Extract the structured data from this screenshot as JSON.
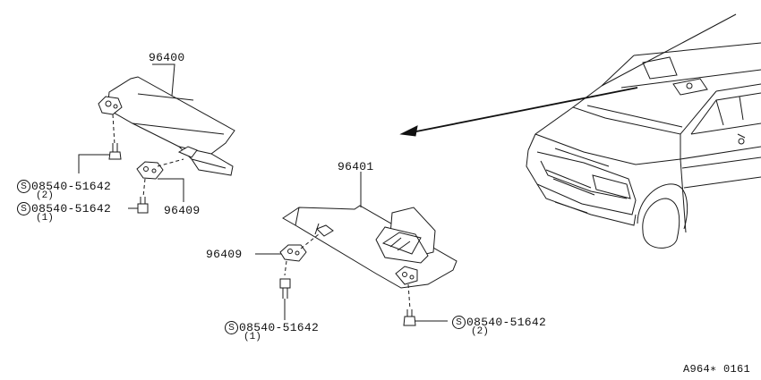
{
  "labels": {
    "visor_right": "96400",
    "visor_left": "96401",
    "holder_upper": "96409",
    "holder_lower": "96409",
    "screw_upper_a": "08540-51642",
    "screw_upper_a_qty": "(2)",
    "screw_upper_b": "08540-51642",
    "screw_upper_b_qty": "(1)",
    "screw_lower_a": "08540-51642",
    "screw_lower_a_qty": "(1)",
    "screw_lower_b": "08540-51642",
    "screw_lower_b_qty": "(2)",
    "s_mark": "S",
    "figure_code": "A964∗ 0161"
  }
}
